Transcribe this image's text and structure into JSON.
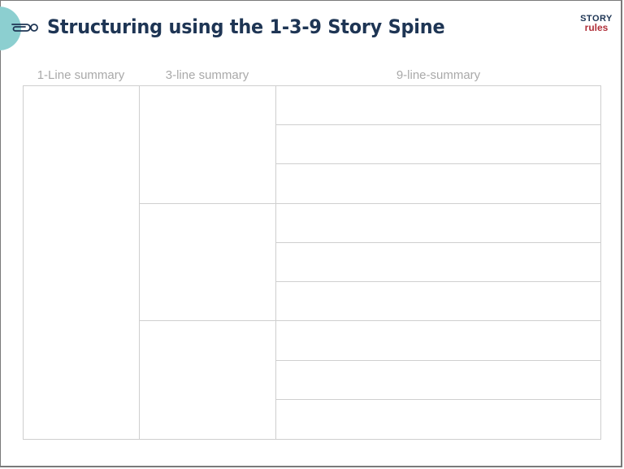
{
  "header": {
    "title": "Structuring using the 1-3-9 Story Spine",
    "logo": {
      "line1": "STORY",
      "line2": "rules"
    },
    "icon": "paperclip-link-icon"
  },
  "colors": {
    "title": "#1e3554",
    "accent_blob": "#8ccfd0",
    "logo_red": "#b0303a",
    "grid_line": "#cfcfcf",
    "header_text": "#a9a9a9"
  },
  "table": {
    "columns": [
      {
        "label": "1-Line summary",
        "rows": 1
      },
      {
        "label": "3-line summary",
        "rows": 3
      },
      {
        "label": "9-line-summary",
        "rows": 9
      }
    ],
    "cells_1": [
      ""
    ],
    "cells_3": [
      "",
      "",
      ""
    ],
    "cells_9": [
      "",
      "",
      "",
      "",
      "",
      "",
      "",
      "",
      ""
    ]
  }
}
